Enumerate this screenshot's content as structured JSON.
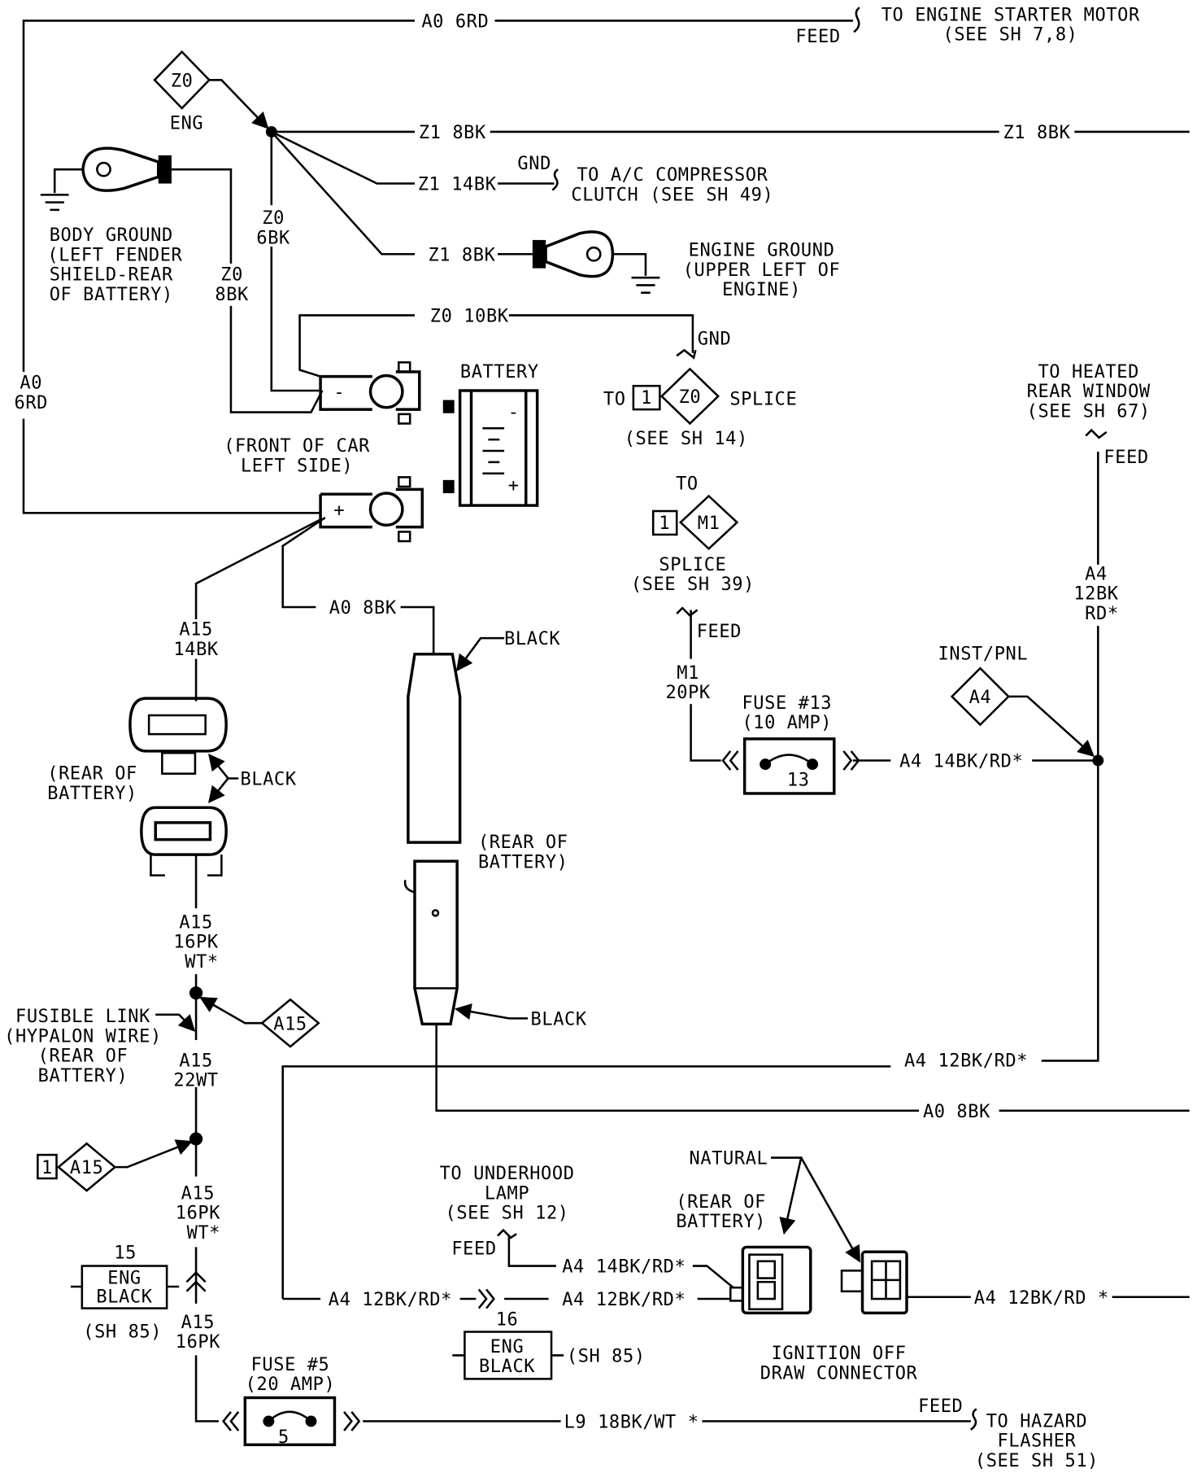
{
  "wires": {
    "a0_6rd_top": "A0 6RD",
    "a0_6rd_side": [
      "A0",
      "6RD"
    ],
    "starter_feed": "FEED",
    "starter_dest": [
      "TO ENGINE STARTER MOTOR",
      "(SEE SH 7,8)"
    ],
    "z1_8bk_a": "Z1 8BK",
    "z1_8bk_b": "Z1 8BK",
    "z1_14bk": "Z1 14BK",
    "ac_gnd": "GND",
    "ac_dest": [
      "TO A/C COMPRESSOR",
      "CLUTCH (SEE SH 49)"
    ],
    "z1_8bk_c": "Z1 8BK",
    "engine_ground": [
      "ENGINE GROUND",
      "(UPPER LEFT OF",
      "ENGINE)"
    ],
    "z0_6bk": [
      "Z0",
      "6BK"
    ],
    "z0_8bk": [
      "Z0",
      "8BK"
    ],
    "body_ground": [
      "BODY GROUND",
      "(LEFT FENDER",
      "SHIELD-REAR",
      "OF BATTERY)"
    ],
    "z0_10bk": "Z0 10BK",
    "z0_gnd": "GND",
    "battery": "BATTERY",
    "battery_neg": "-",
    "battery_pos": "+",
    "front_of_car": [
      "(FRONT OF CAR",
      "LEFT SIDE)"
    ],
    "a15_14bk": [
      "A15",
      "14BK"
    ],
    "a0_8bk_upper": "A0 8BK",
    "a0_8bk_lower": "A0 8BK",
    "black_1": "BLACK",
    "black_2": "BLACK",
    "black_3": "BLACK",
    "rear_of_battery_1": [
      "(REAR OF",
      "BATTERY)"
    ],
    "rear_of_battery_2": [
      "(REAR OF",
      "BATTERY)"
    ],
    "rear_of_battery_3": [
      "(REAR OF",
      "BATTERY)"
    ],
    "a15_16pk_wt_1": [
      "A15",
      "16PK",
      "WT*"
    ],
    "fusible_link": [
      "FUSIBLE LINK",
      "(HYPALON WIRE)",
      "(REAR OF",
      "BATTERY)"
    ],
    "a15_22wt": [
      "A15",
      "22WT"
    ],
    "a15_16pk_wt_2": [
      "A15",
      "16PK",
      "WT*"
    ],
    "a15_16pk": [
      "A15",
      "16PK"
    ],
    "a4_12bk_rd_mid": "A4 12BK/RD*",
    "a4_12bk_rd_vert": [
      "A4",
      "12BK",
      "RD*"
    ],
    "heated_window": [
      "TO HEATED",
      "REAR WINDOW",
      "(SEE SH 67)"
    ],
    "heated_feed": "FEED",
    "a4_14bk_rd": "A4 14BK/RD*",
    "m1_20pk": [
      "M1",
      "20PK"
    ],
    "m1_feed": "FEED",
    "l9": "L9 18BK/WT *",
    "hazard_feed": "FEED",
    "hazard_dest": [
      "TO HAZARD",
      "FLASHER",
      "(SEE SH 51)"
    ],
    "a4_12bk_rd_b1": "A4 12BK/RD*",
    "a4_12bk_rd_b2": "A4 12BK/RD*",
    "a4_14bk_rd_b": "A4 14BK/RD*",
    "a4_12bk_rd_b3": "A4 12BK/RD *",
    "underhood": [
      "TO UNDERHOOD",
      "LAMP",
      "(SEE SH 12)"
    ],
    "underhood_feed": "FEED",
    "natural": "NATURAL",
    "ignition_off": [
      "IGNITION OFF",
      "DRAW CONNECTOR"
    ]
  },
  "splices": {
    "z0_eng": {
      "id": "Z0",
      "label": "ENG"
    },
    "z0_splice": {
      "to": "TO",
      "pin": "1",
      "id": "Z0",
      "label": "SPLICE",
      "ref": "(SEE SH 14)"
    },
    "m1_splice": {
      "to": "TO",
      "pin": "1",
      "id": "M1",
      "label": "SPLICE",
      "ref": "(SEE SH 39)"
    },
    "a4_inst": {
      "id": "A4",
      "label": "INST/PNL"
    },
    "a15_a": {
      "id": "A15"
    },
    "a15_b": {
      "pin": "1",
      "id": "A15"
    }
  },
  "fuses": {
    "fuse13": {
      "title": "FUSE #13",
      "rating": "(10 AMP)",
      "number": "13"
    },
    "fuse5": {
      "title": "FUSE #5",
      "rating": "(20 AMP)",
      "number": "5"
    }
  },
  "connectors": {
    "c15": {
      "number": "15",
      "lines": [
        "ENG",
        "BLACK"
      ],
      "ref": "(SH 85)"
    },
    "c16": {
      "number": "16",
      "lines": [
        "ENG",
        "BLACK"
      ],
      "ref": "(SH 85)"
    }
  }
}
